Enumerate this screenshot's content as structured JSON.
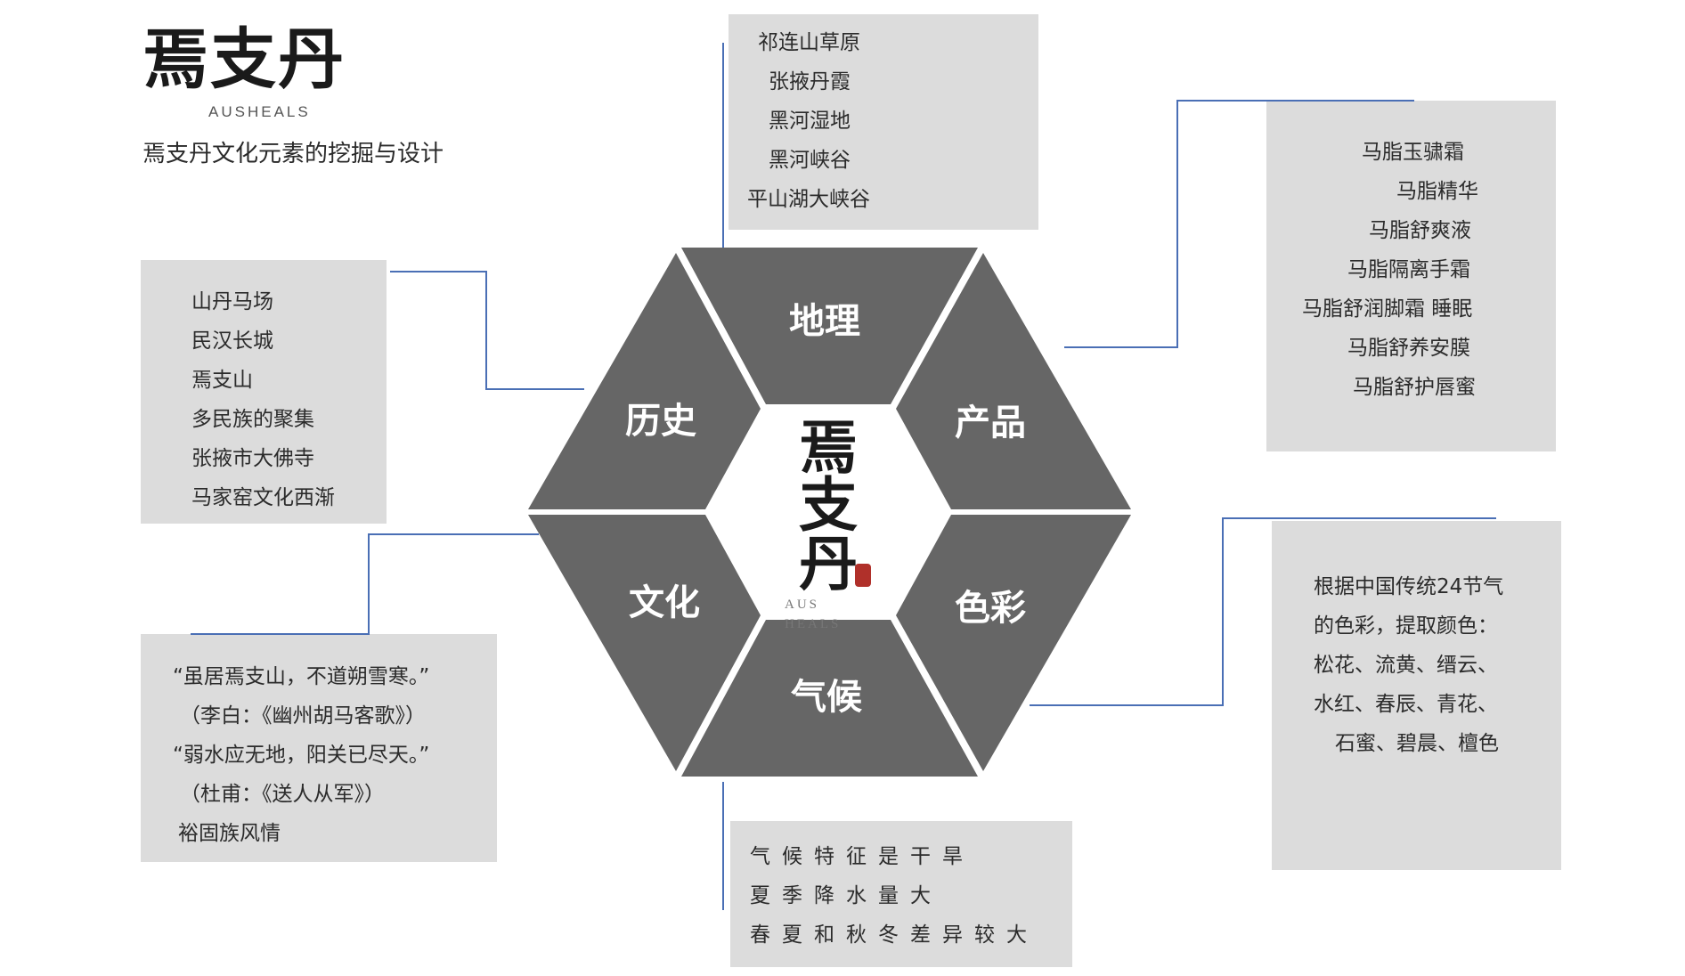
{
  "logo": {
    "wordmark": "焉支丹",
    "sub": "AUSHEALS"
  },
  "subtitle": "焉支丹文化元素的挖掘与设计",
  "center": {
    "wordmark_lines": [
      "焉",
      "支",
      "丹"
    ],
    "sub_lines": [
      "AUS",
      "HEALS"
    ]
  },
  "hexagon": {
    "geography": "地理",
    "product": "产品",
    "color": "色彩",
    "climate": "气候",
    "culture": "文化",
    "history": "历史"
  },
  "panels": {
    "geography": [
      "祁连山草原",
      "张掖丹霞",
      "黑河湿地",
      "黑河峡谷",
      "平山湖大峡谷"
    ],
    "product": [
      "马脂玉骕霜",
      "马脂精华",
      "马脂舒爽液",
      "马脂隔离手霜",
      "马脂舒润脚霜 睡眠",
      "马脂舒养安膜",
      "马脂舒护唇蜜"
    ],
    "history": [
      "山丹马场",
      "民汉长城",
      "焉支山",
      "多民族的聚集",
      "张掖市大佛寺",
      "马家窑文化西渐"
    ],
    "culture": [
      "“虽居焉支山，不道朔雪寒。”",
      "（李白：《幽州胡马客歌》）",
      "“弱水应无地，阳关已尽天。”",
      "（杜甫：《送人从军》）",
      "裕固族风情"
    ],
    "color": [
      "根据中国传统24节气",
      "的色彩，提取颜色：",
      "松花、流黄、缙云、",
      "水红、春辰、青花、",
      "石蜜、碧晨、檀色"
    ],
    "climate": [
      "气候特征是干旱",
      "夏季降水量大",
      "春夏和秋冬差异较大"
    ]
  },
  "colors": {
    "segment": "#666666",
    "panel": "#dcdcdc",
    "connector": "#4a6fb5",
    "seal": "#b0302a"
  }
}
